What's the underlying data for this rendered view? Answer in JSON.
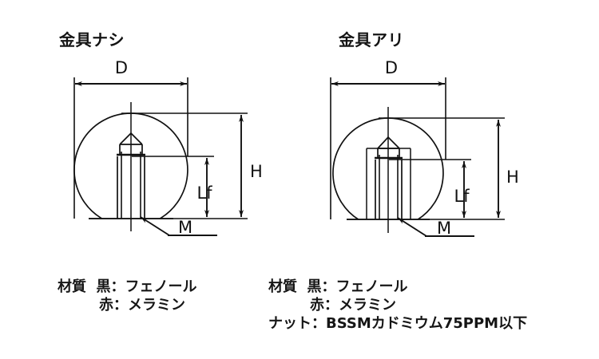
{
  "page": {
    "background_color": "#ffffff",
    "line_color": "#111111"
  },
  "left_figure": {
    "title": "金具ナシ",
    "dimensions": {
      "diameter": "D",
      "height": "H",
      "thread_length": "Lf",
      "thread": "M"
    },
    "notes": {
      "label": "材質",
      "line1": "黒：フェノール",
      "line2": "赤：メラミン"
    }
  },
  "right_figure": {
    "title": "金具アリ",
    "dimensions": {
      "diameter": "D",
      "height": "H",
      "thread_length": "Lf",
      "thread": "M"
    },
    "notes": {
      "label": "材質",
      "line1": "黒：フェノール",
      "line2": "赤：メラミン",
      "line3": "ナット：BSSMカドミウム75PPM以下"
    }
  }
}
